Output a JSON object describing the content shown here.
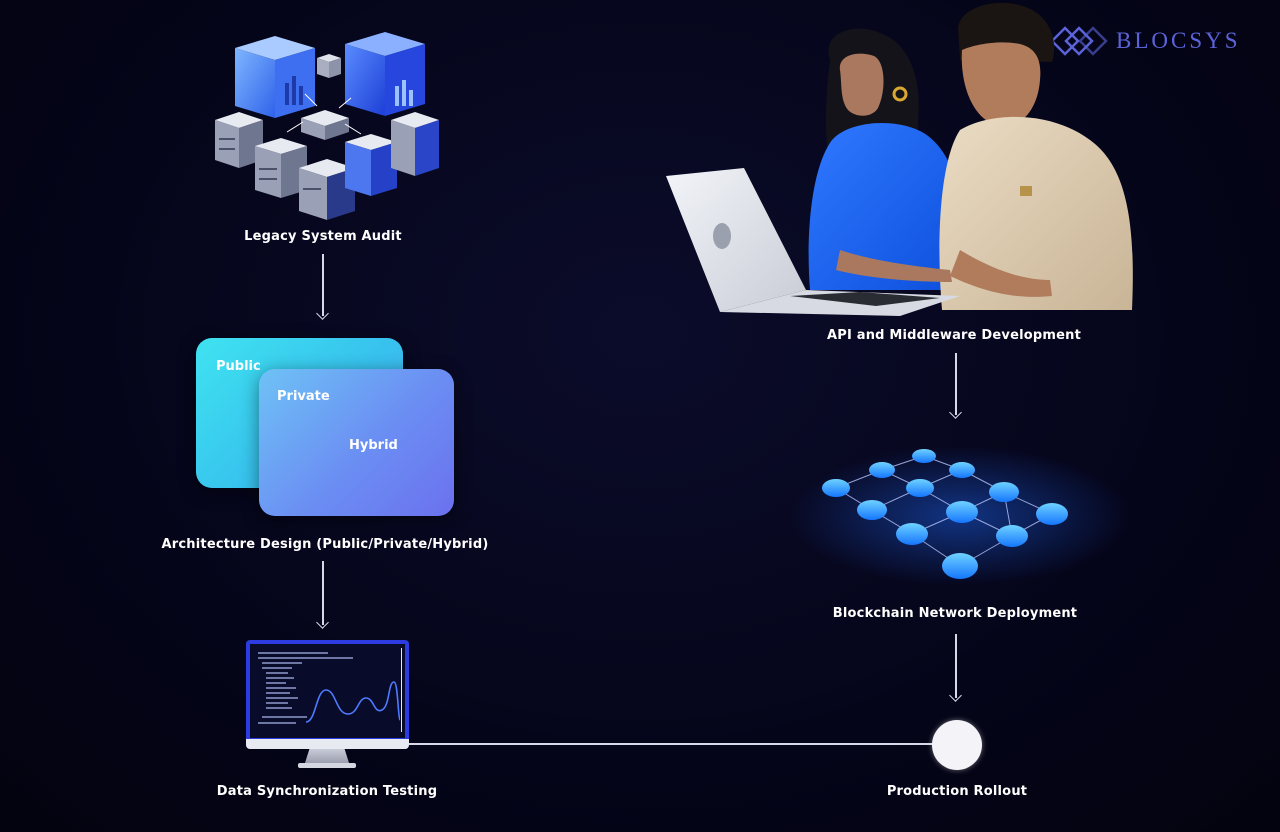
{
  "brand": {
    "name": "BLOCSYS",
    "color": "#5b63d8"
  },
  "steps": {
    "legacy_audit": "Legacy System Audit",
    "architecture": "Architecture Design (Public/Private/Hybrid)",
    "data_sync": "Data Synchronization Testing",
    "api_middleware": "API and Middleware Development",
    "blockchain_deploy": "Blockchain Network Deployment",
    "production": "Production Rollout"
  },
  "architecture_cards": {
    "public": "Public",
    "private": "Private",
    "hybrid": "Hybrid"
  },
  "icons": {
    "legacy": "server-blocks-icon",
    "monitor": "monitor-chart-icon",
    "network": "blockchain-network-icon",
    "people": "team-laptop-illustration"
  },
  "colors": {
    "background": "#05051a",
    "accent_blue": "#2d3ce0",
    "card_cyan": "#3fe3f0",
    "card_violet": "#6b71ee"
  }
}
